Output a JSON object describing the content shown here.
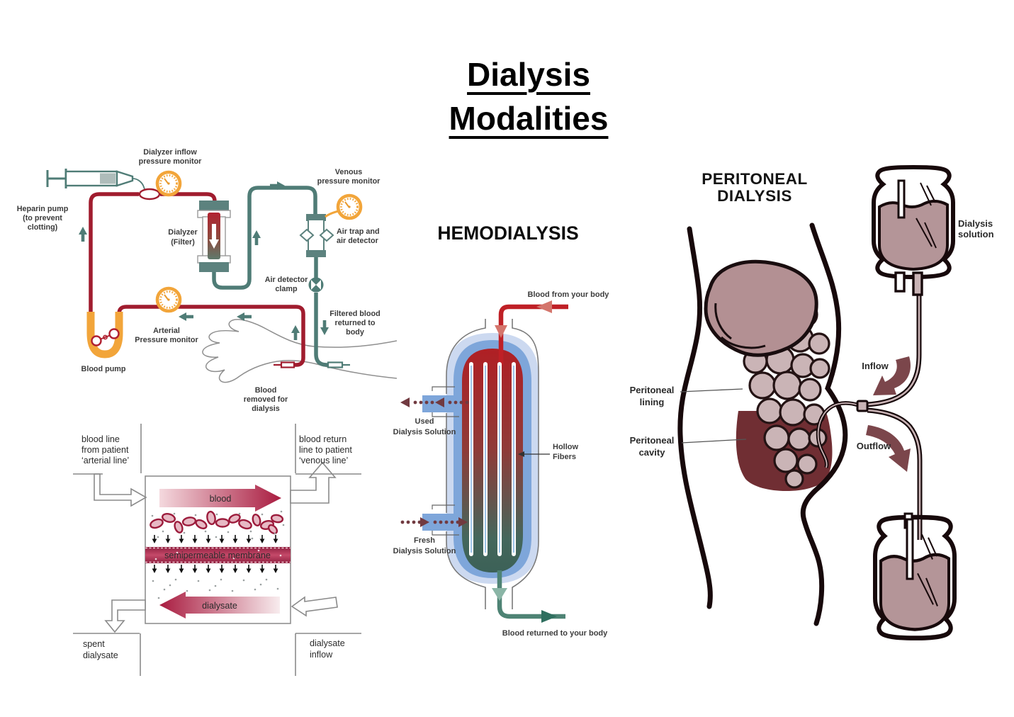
{
  "page": {
    "title_line1": "Dialysis",
    "title_line2": "Modalities"
  },
  "machine": {
    "heparin_1": "Heparin pump",
    "heparin_2": "(to prevent",
    "heparin_3": "clotting)",
    "inflow_monitor_1": "Dialyzer inflow",
    "inflow_monitor_2": "pressure monitor",
    "venous_monitor_1": "Venous",
    "venous_monitor_2": "pressure monitor",
    "dialyzer_1": "Dialyzer",
    "dialyzer_2": "(Filter)",
    "airtrap_1": "Air trap and",
    "airtrap_2": "air detector",
    "clamp_1": "Air detector",
    "clamp_2": "clamp",
    "arterial_1": "Arterial",
    "arterial_2": "Pressure monitor",
    "blood_pump": "Blood pump",
    "filtered_1": "Filtered blood",
    "filtered_2": "returned to",
    "filtered_3": "body",
    "removed_1": "Blood",
    "removed_2": "removed for",
    "removed_3": "dialysis"
  },
  "membrane": {
    "arterial_line_1": "blood line",
    "arterial_line_2": "from patient",
    "arterial_line_3": "‘arterial line’",
    "venous_line_1": "blood return",
    "venous_line_2": "line to patient",
    "venous_line_3": "‘venous line’",
    "blood": "blood",
    "membrane": "semipermeable membrane",
    "dialysate": "dialysate",
    "spent_1": "spent",
    "spent_2": "dialysate",
    "inflow_1": "dialysate",
    "inflow_2": "inflow"
  },
  "hemodialysis": {
    "title": "HEMODIALYSIS",
    "blood_from": "Blood from your body",
    "used_1": "Used",
    "used_2": "Dialysis Solution",
    "fibers_1": "Hollow",
    "fibers_2": "Fibers",
    "fresh_1": "Fresh",
    "fresh_2": "Dialysis Solution",
    "blood_returned": "Blood returned to your body"
  },
  "peritoneal": {
    "title_1": "PERITONEAL",
    "title_2": "DIALYSIS",
    "solution_1": "Dialysis",
    "solution_2": "solution",
    "lining_1": "Peritoneal",
    "lining_2": "lining",
    "cavity_1": "Peritoneal",
    "cavity_2": "cavity",
    "inflow": "Inflow",
    "outflow": "Outflow"
  },
  "icons": {
    "pressure_gauge": "orange circular dial gauge",
    "blood_pump": "orange roller pump U-loop",
    "syringe": "heparin syringe",
    "clamp": "teal circle valve with white bowtie",
    "iv_bag": "scalloped solution bag"
  },
  "colors": {
    "blood_red": "#a01c2e",
    "tube_teal": "#4f7c76",
    "accent_orange": "#f2a53a",
    "crimson": "#a91c40",
    "jacket_blue": "#7ea6da",
    "fiber_red": "#b01f24",
    "fiber_green": "#3c6157",
    "mauve": "#b49598",
    "maroon_arrow": "#7b464b",
    "cavity_maroon": "#702e33",
    "body_outline": "#17090b"
  }
}
